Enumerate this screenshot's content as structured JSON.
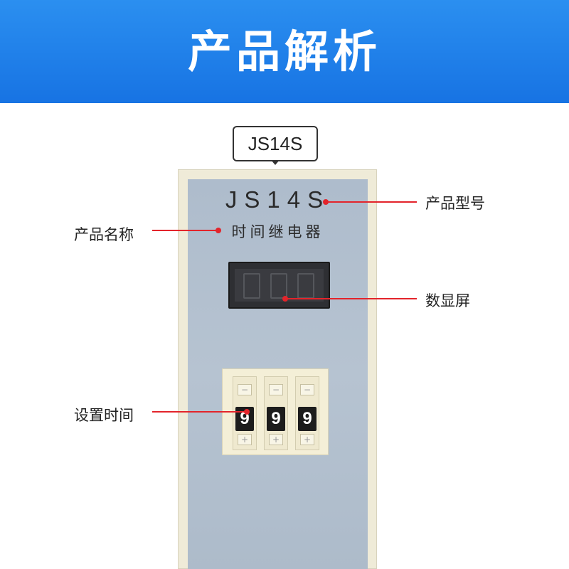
{
  "header": {
    "title": "产品解析"
  },
  "model_callout": "JS14S",
  "device": {
    "panel_model": "JS14S",
    "panel_name": "时间继电器",
    "dial_digits": [
      "9",
      "9",
      "9"
    ],
    "dial_minus": "−",
    "dial_plus": "+"
  },
  "annotations": {
    "product_model": "产品型号",
    "product_name": "产品名称",
    "display": "数显屏",
    "set_time": "设置时间"
  },
  "colors": {
    "header": "#1f80ea",
    "annotation_line": "#e3242b",
    "panel": "#b2bfcd",
    "case": "#efebd8"
  }
}
